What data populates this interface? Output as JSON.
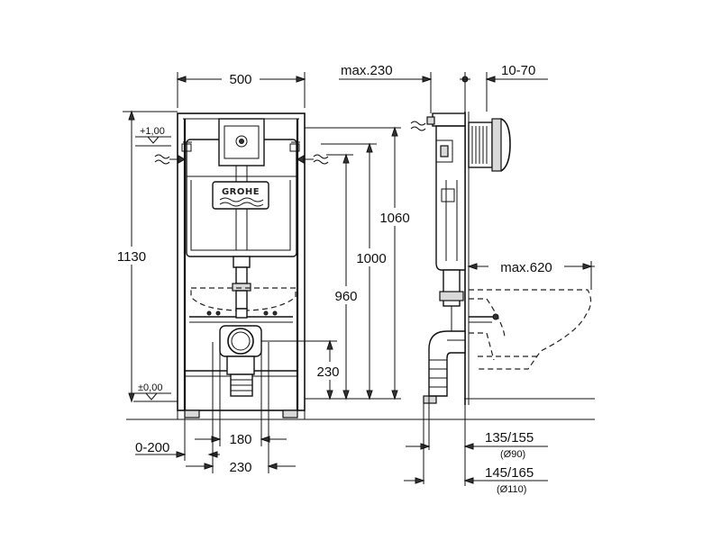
{
  "brand": "GROHE",
  "dimensions": {
    "width_frame": "500",
    "max_depth": "max.230",
    "wall_range": "10-70",
    "height_total": "1130",
    "height_1060": "1060",
    "height_1000": "1000",
    "height_960": "960",
    "height_230": "230",
    "width_180": "180",
    "width_230": "230",
    "offset_0_200": "0-200",
    "max_bowl": "max.620",
    "level_top": "+1,00",
    "level_bottom": "±0,00",
    "dn90_range": "135/155",
    "dn90_dia": "(Ø90)",
    "dn110_range": "145/165",
    "dn110_dia": "(Ø110)"
  }
}
